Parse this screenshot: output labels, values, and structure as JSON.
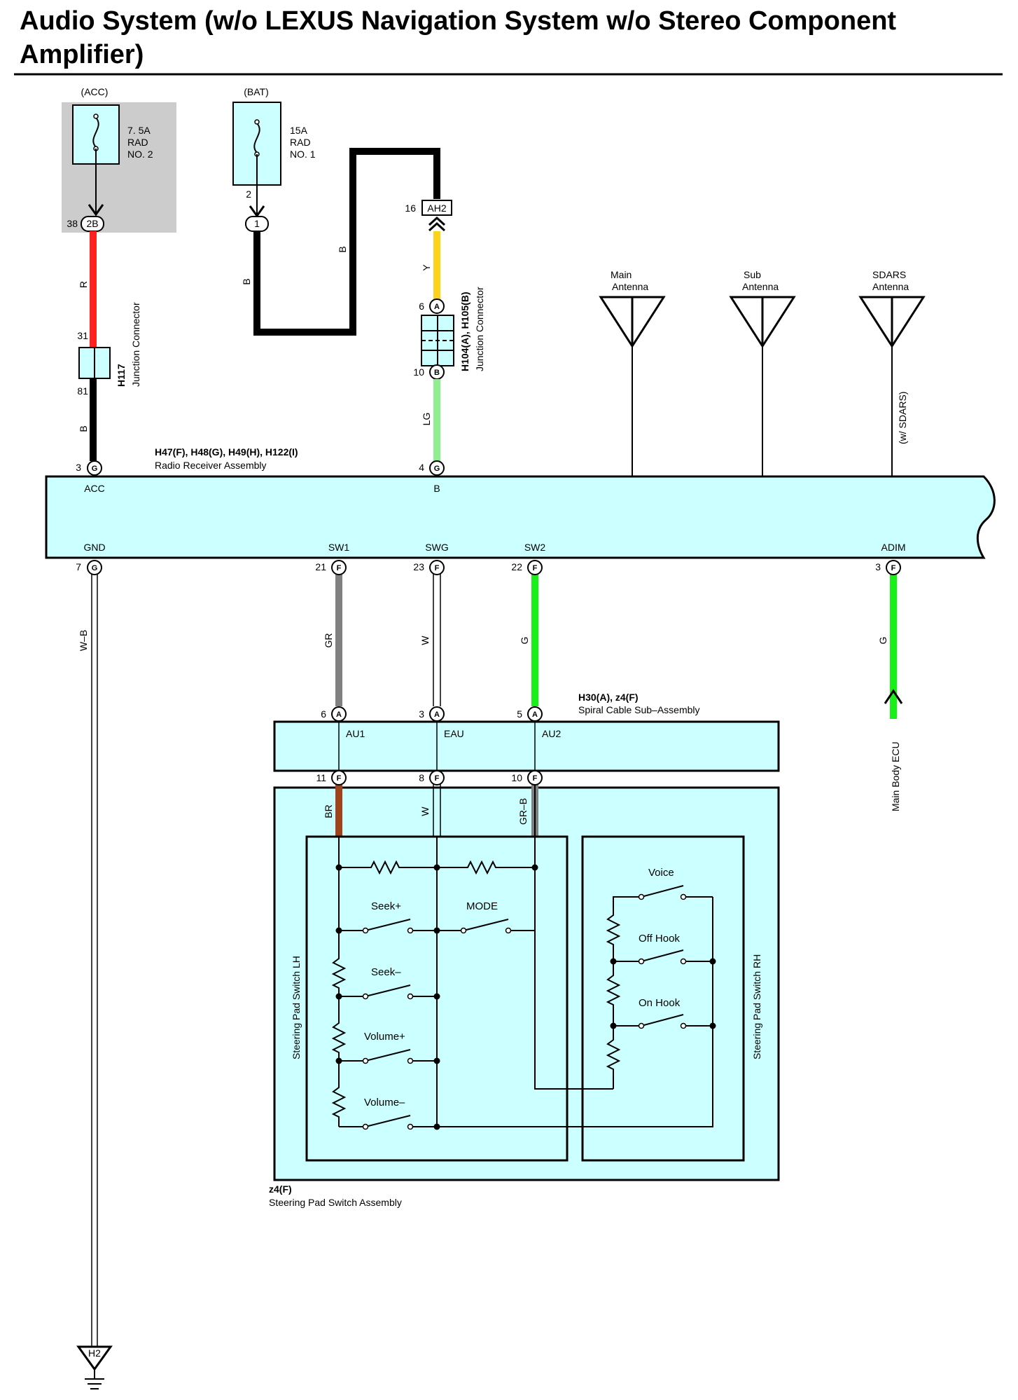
{
  "title": "Audio System (w/o LEXUS Navigation System w/o Stereo Component Amplifier)",
  "fuses": {
    "acc": {
      "source": "(ACC)",
      "rating": "7. 5A",
      "name1": "RAD",
      "name2": "NO. 2",
      "pin": "38",
      "connector": "2B"
    },
    "bat": {
      "source": "(BAT)",
      "rating": "15A",
      "name1": "RAD",
      "name2": "NO. 1",
      "pin": "2",
      "connector": "1"
    }
  },
  "connectors": {
    "ah2": {
      "id": "AH2",
      "pin": "16"
    },
    "h117": {
      "id": "H117",
      "desc": "Junction Connector",
      "pin_in": "31",
      "pin_out": "81"
    },
    "h104": {
      "id": "H104(A), H105(B)",
      "desc": "Junction Connector",
      "pin_in": "6",
      "pin_in_conn": "A",
      "pin_out": "10",
      "pin_out_conn": "B"
    },
    "radio": {
      "id": "H47(F), H48(G), H49(H), H122(I)",
      "desc": "Radio Receiver Assembly"
    },
    "spiral": {
      "id": "H30(A), z4(F)",
      "desc": "Spiral Cable Sub–Assembly"
    },
    "steering": {
      "id": "z4(F)",
      "desc": "Steering Pad Switch Assembly"
    },
    "ground": {
      "id": "H2"
    }
  },
  "wires": {
    "acc_upper": "R",
    "acc_lower": "B",
    "bat_left": "B",
    "bat_top": "B",
    "b_upper": "Y",
    "b_lower": "LG",
    "gnd": "W–B",
    "sw1": "GR",
    "swg": "W",
    "sw2": "G",
    "adim": "G",
    "au1_lower": "BR",
    "eau_lower": "W",
    "au2_lower": "GR–B"
  },
  "colors": {
    "red": "#ff2020",
    "black": "#000000",
    "yellow": "#ffd21a",
    "light_green": "#90ee90",
    "gray": "#808080",
    "white": "#ffffff",
    "green": "#18f018",
    "brown": "#a0421a",
    "component_fill": "#ccffff",
    "fuse_box_bg": "#cccccc"
  },
  "antennas": {
    "main": {
      "line1": "Main",
      "line2": "Antenna"
    },
    "sub": {
      "line1": "Sub",
      "line2": "Antenna"
    },
    "sdars": {
      "line1": "SDARS",
      "line2": "Antenna",
      "note": "(w/ SDARS)"
    }
  },
  "radio_terminals": {
    "acc": {
      "name": "ACC",
      "pin": "3",
      "conn": "G"
    },
    "b": {
      "name": "B",
      "pin": "4",
      "conn": "G"
    },
    "gnd": {
      "name": "GND",
      "pin": "7",
      "conn": "G"
    },
    "sw1": {
      "name": "SW1",
      "pin": "21",
      "conn": "F"
    },
    "swg": {
      "name": "SWG",
      "pin": "23",
      "conn": "F"
    },
    "sw2": {
      "name": "SW2",
      "pin": "22",
      "conn": "F"
    },
    "adim": {
      "name": "ADIM",
      "pin": "3",
      "conn": "F"
    }
  },
  "spiral_terminals": {
    "au1": {
      "name": "AU1",
      "pin_top": "6",
      "conn_top": "A",
      "pin_bottom": "11",
      "conn_bottom": "F"
    },
    "eau": {
      "name": "EAU",
      "pin_top": "3",
      "conn_top": "A",
      "pin_bottom": "8",
      "conn_bottom": "F"
    },
    "au2": {
      "name": "AU2",
      "pin_top": "5",
      "conn_top": "A",
      "pin_bottom": "10",
      "conn_bottom": "F"
    }
  },
  "main_body_ecu": "Main Body ECU",
  "steering_lh": {
    "title": "Steering Pad Switch LH",
    "switches": [
      "Seek+",
      "Seek–",
      "Volume+",
      "Volume–",
      "MODE"
    ]
  },
  "steering_rh": {
    "title": "Steering Pad Switch RH",
    "switches": [
      "Voice",
      "Off Hook",
      "On Hook"
    ]
  }
}
